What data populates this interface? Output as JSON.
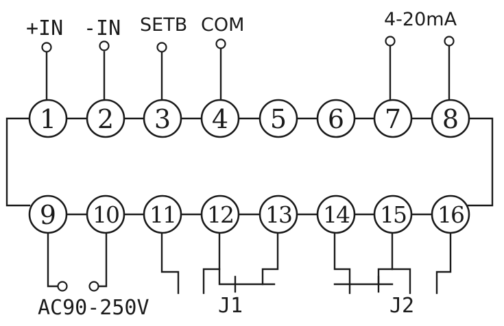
{
  "labels": {
    "in_plus": "+IN",
    "in_minus": "-IN",
    "setb": "SETB",
    "com": "COM",
    "current": "4-20mA",
    "power": "AC90-250V",
    "j1": "J1",
    "j2": "J2"
  },
  "top_terminals": [
    "1",
    "2",
    "3",
    "4",
    "5",
    "6",
    "7",
    "8"
  ],
  "bottom_terminals": [
    "9",
    "10",
    "11",
    "12",
    "13",
    "14",
    "15",
    "16"
  ]
}
